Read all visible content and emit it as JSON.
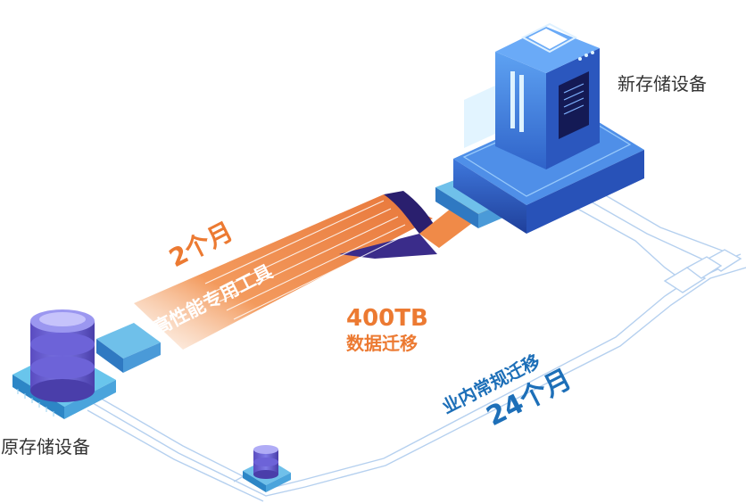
{
  "labels": {
    "new_device": "新存储设备",
    "old_device": "原存储设备",
    "fast_duration": "2个月",
    "fast_tool": "高性能专用工具",
    "data_amount": "400TB",
    "data_action": "数据迁移",
    "slow_method": "业内常规迁移",
    "slow_duration": "24个月"
  },
  "colors": {
    "orange": "#ec7a32",
    "blue": "#1d6fb8",
    "device_blue": "#3a7fd8",
    "line_blue": "#a9c8ec"
  }
}
